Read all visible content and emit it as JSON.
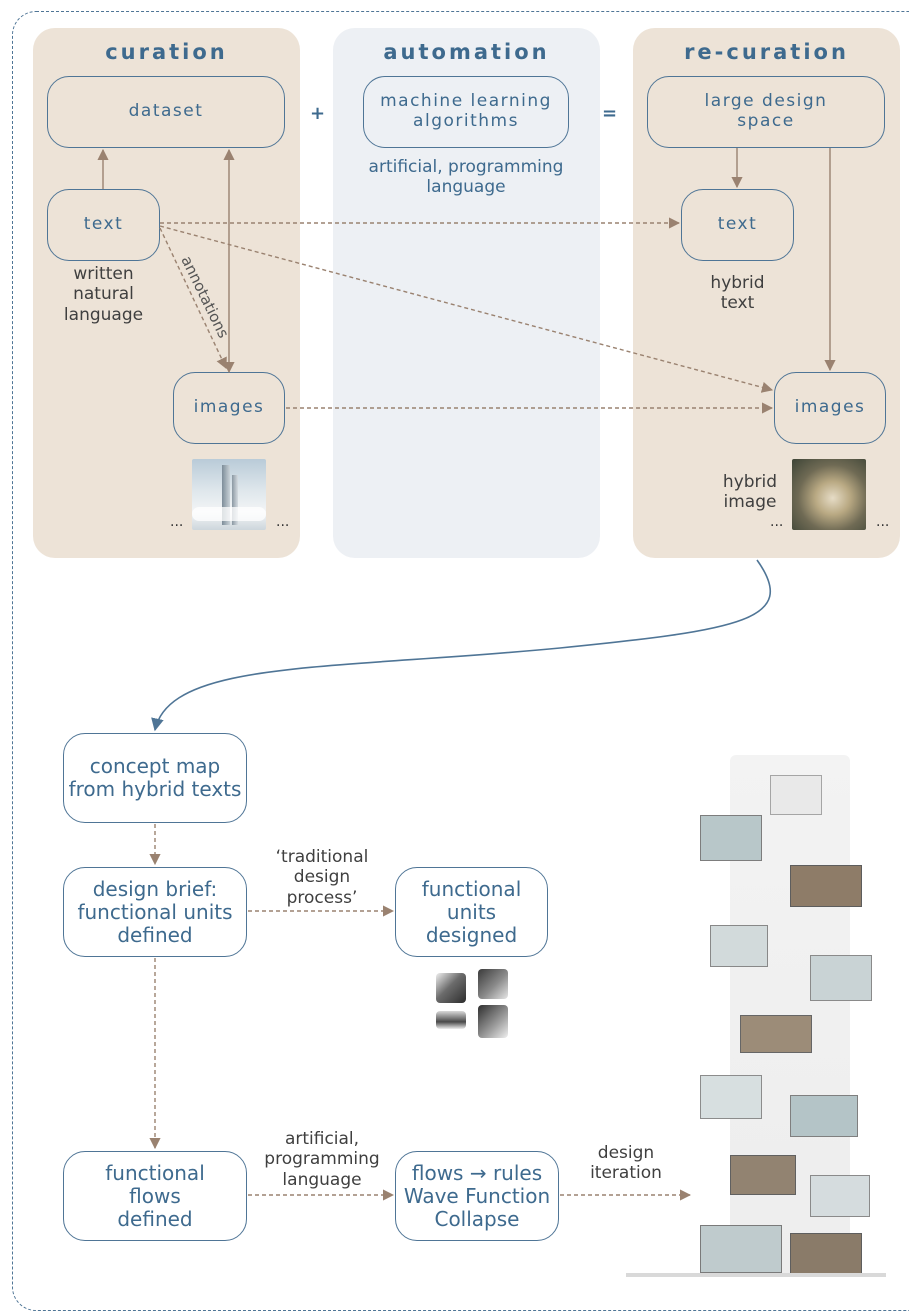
{
  "top": {
    "curation": {
      "title": "curation",
      "dataset": "dataset",
      "text": "text",
      "text_caption": "written\nnatural\nlanguage",
      "annotations": "annotations",
      "images": "images",
      "ellipsis_left": "...",
      "ellipsis_right": "..."
    },
    "plus": "+",
    "automation": {
      "title": "automation",
      "ml": "machine learning\nalgorithms",
      "ml_caption": "artificial, programming\nlanguage"
    },
    "equals": "=",
    "recuration": {
      "title": "re-curation",
      "space": "large design\nspace",
      "text": "text",
      "text_caption": "hybrid\ntext",
      "images": "images",
      "image_caption": "hybrid\nimage",
      "ellipsis_left": "...",
      "ellipsis_right": "..."
    }
  },
  "flow": {
    "concept": "concept map\nfrom hybrid texts",
    "brief": "design brief:\nfunctional units\ndefined",
    "traditional": "‘traditional\ndesign\nprocess’",
    "units": "functional\nunits\ndesigned",
    "flows": "functional\nflows\ndefined",
    "artificial": "artificial,\nprogramming\nlanguage",
    "rules": "flows → rules\nWave Function\nCollapse",
    "iteration": "design\niteration"
  },
  "colors": {
    "navy": "#3e6a8e",
    "beige_panel": "#ede3d7",
    "grey_panel": "#edf0f4",
    "arrow_brown": "#9a8270"
  }
}
